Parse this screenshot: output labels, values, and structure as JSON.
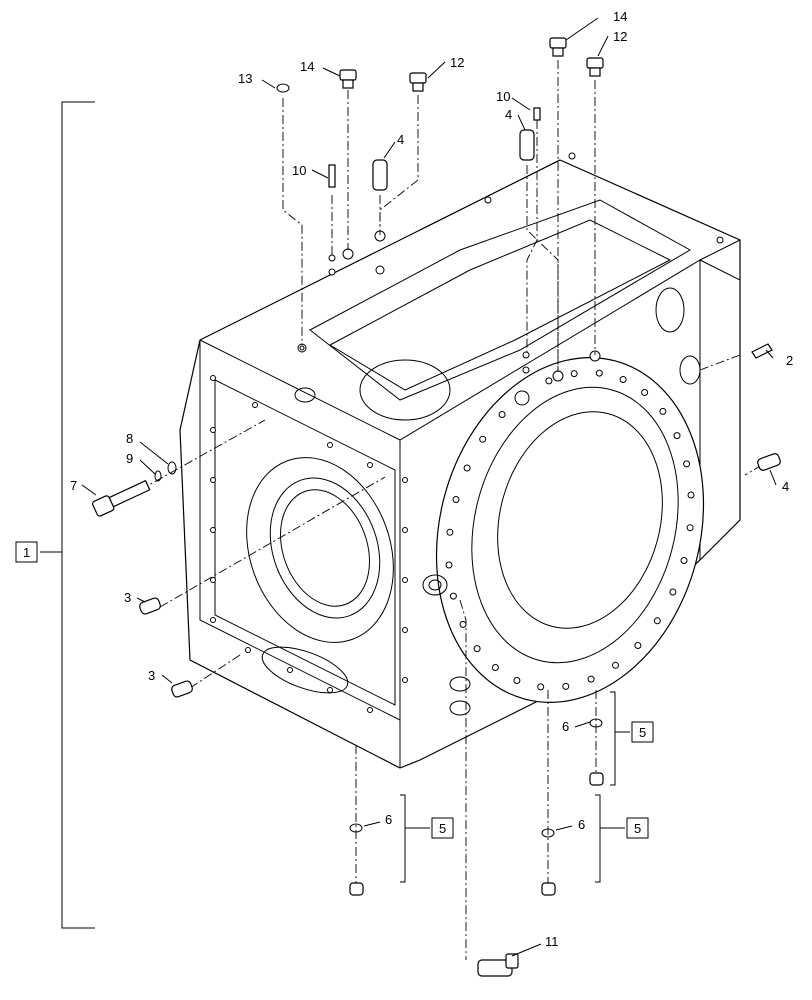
{
  "callouts": {
    "c1": "1",
    "c2": "2",
    "c3a": "3",
    "c3b": "3",
    "c4a": "4",
    "c4b": "4",
    "c4c": "4",
    "c5a": "5",
    "c5b": "5",
    "c5c": "5",
    "c6a": "6",
    "c6b": "6",
    "c6c": "6",
    "c7": "7",
    "c8": "8",
    "c9": "9",
    "c10a": "10",
    "c10b": "10",
    "c11": "11",
    "c12a": "12",
    "c12b": "12",
    "c13": "13",
    "c14a": "14",
    "c14b": "14"
  }
}
